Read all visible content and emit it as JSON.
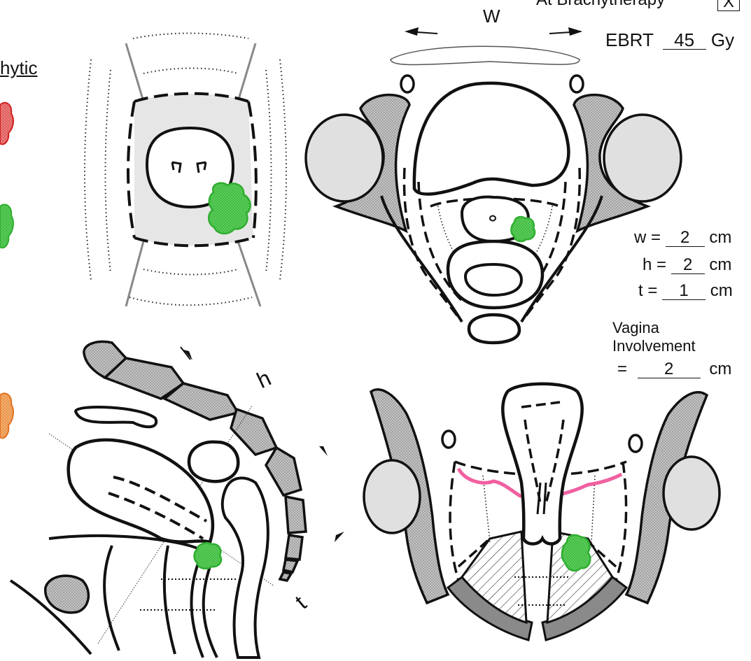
{
  "header": {
    "brachy_label": "At Brachytherapy",
    "brachy_mark": "X",
    "ebrt_label": "EBRT",
    "ebrt_value": "45",
    "ebrt_unit": "Gy"
  },
  "legend": {
    "partial_label": "hytic"
  },
  "axial_view": {
    "w_arrow_label": "W"
  },
  "sagittal_view": {
    "h_label": "h",
    "t_label": "t"
  },
  "measurements": {
    "w_label": "w =",
    "w_value": "2",
    "h_label": "h =",
    "h_value": "2",
    "t_label": "t =",
    "t_value": "1",
    "unit": "cm"
  },
  "vagina": {
    "line1": "Vagina",
    "line2": "Involvement",
    "eq": "=",
    "value": "2",
    "unit": "cm"
  },
  "colors": {
    "tumor_green": "#3fbf3f",
    "tumor_red": "#e03030",
    "tumor_orange": "#f08a2a",
    "bone_gray": "#9a9a9a",
    "soft_gray": "#e6e6e6",
    "pink_line": "#f060a0"
  }
}
